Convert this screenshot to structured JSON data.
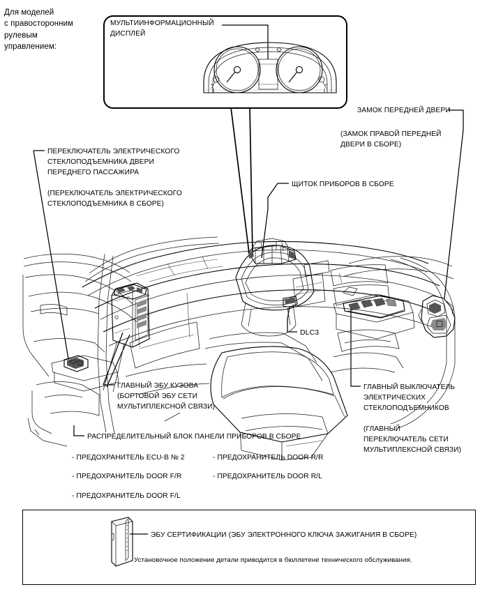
{
  "document": {
    "kind": "automotive-service-manual-component-location-diagram",
    "intro_note": "Для моделей\nс правосторонним\nрулевым\nуправлением:"
  },
  "inset_cluster": {
    "mid_label": "МУЛЬТИИНФОРМАЦИОННЫЙ\nДИСПЛЕЙ",
    "icon": "instrument-cluster-illustration"
  },
  "callouts": {
    "front_door_lock": {
      "title": "ЗАМОК ПЕРЕДНЕЙ ДВЕРИ",
      "subtitle": "(ЗАМОК ПРАВОЙ ПЕРЕДНЕЙ\nДВЕРИ В СБОРЕ)"
    },
    "passenger_window_switch": {
      "title": "ПЕРЕКЛЮЧАТЕЛЬ ЭЛЕКТРИЧЕСКОГО\nСТЕКЛОПОДЪЕМНИКА ДВЕРИ\nПЕРЕДНЕГО ПАССАЖИРА",
      "subtitle": "(ПЕРЕКЛЮЧАТЕЛЬ ЭЛЕКТРИЧЕСКОГО\nСТЕКЛОПОДЪЕМНИКА В СБОРЕ)"
    },
    "combination_meter": {
      "title": "ЩИТОК ПРИБОРОВ В СБОРЕ"
    },
    "body_ecu": {
      "title": "ГЛАВНЫЙ ЭБУ КУЗОВА\n(БОРТОВОЙ ЭБУ СЕТИ\nМУЛЬТИПЛЕКСНОЙ СВЯЗИ)"
    },
    "dlc3": {
      "title": "DLC3"
    },
    "master_window_switch": {
      "title": "ГЛАВНЫЙ ВЫКЛЮЧАТЕЛЬ\nЭЛЕКТРИЧЕСКИХ\nСТЕКЛОПОДЪЕМНИКОВ",
      "subtitle": "(ГЛАВНЫЙ\nПЕРЕКЛЮЧАТЕЛЬ СЕТИ\nМУЛЬТИПЛЕКСНОЙ СВЯЗИ)"
    },
    "junction_block": {
      "title": "РАСПРЕДЕЛИТЕЛЬНЫЙ БЛОК ПАНЕЛИ ПРИБОРОВ В СБОРЕ"
    }
  },
  "fuse_list": {
    "left_column": [
      "- ПРЕДОХРАНИТЕЛЬ ECU-B № 2",
      "- ПРЕДОХРАНИТЕЛЬ DOOR F/R",
      "- ПРЕДОХРАНИТЕЛЬ DOOR F/L"
    ],
    "right_column": [
      "- ПРЕДОХРАНИТЕЛЬ DOOR R/R",
      "- ПРЕДОХРАНИТЕЛЬ DOOR R/L"
    ]
  },
  "bottom_box": {
    "ecu_label": "ЭБУ СЕРТИФИКАЦИИ (ЭБУ ЭЛЕКТРОННОГО КЛЮЧА ЗАЖИГАНИЯ В СБОРЕ)",
    "note": "Установочное положение детали приводится в бюллетене технического обслуживания.",
    "icon": "certification-ecu-module-illustration"
  },
  "colors": {
    "line": "#000000",
    "background": "#ffffff",
    "shade_gray": "#8c8c8c",
    "shade_dark": "#545454"
  }
}
